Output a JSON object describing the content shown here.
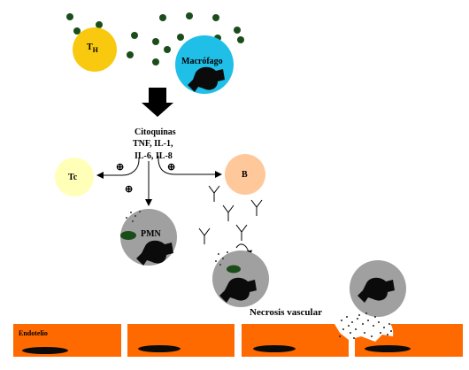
{
  "cells": {
    "th": {
      "label": "T",
      "sub": "H"
    },
    "macrofago": "Macrófago",
    "tc": "Tc",
    "b": "B",
    "pmn": "PMN"
  },
  "cytokines": {
    "line1": "Citoquinas",
    "line2": "TNF, IL-1,",
    "line3": "IL-6, IL-8"
  },
  "plus_sign": "⊕",
  "necrosis": "Necrosis vascular",
  "endotelio": "Endotelio",
  "colors": {
    "th": "#f9c90f",
    "macrofago": "#1fbfe8",
    "tc": "#ffffb8",
    "b": "#ffc89a",
    "gray_cell": "#a0a0a0",
    "endothelium": "#ff6a00",
    "dots": "#1b4d1b"
  }
}
